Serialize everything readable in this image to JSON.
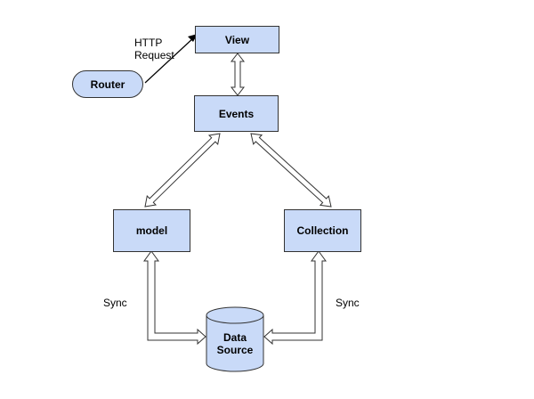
{
  "nodes": {
    "router": "Router",
    "view": "View",
    "events": "Events",
    "model": "model",
    "collection": "Collection",
    "datasource_line1": "Data",
    "datasource_line2": "Source"
  },
  "labels": {
    "http_line1": "HTTP",
    "http_line2": "Request",
    "sync_left": "Sync",
    "sync_right": "Sync"
  },
  "colors": {
    "node_fill": "#c9daf8",
    "stroke": "#333333",
    "background": "#ffffff"
  }
}
